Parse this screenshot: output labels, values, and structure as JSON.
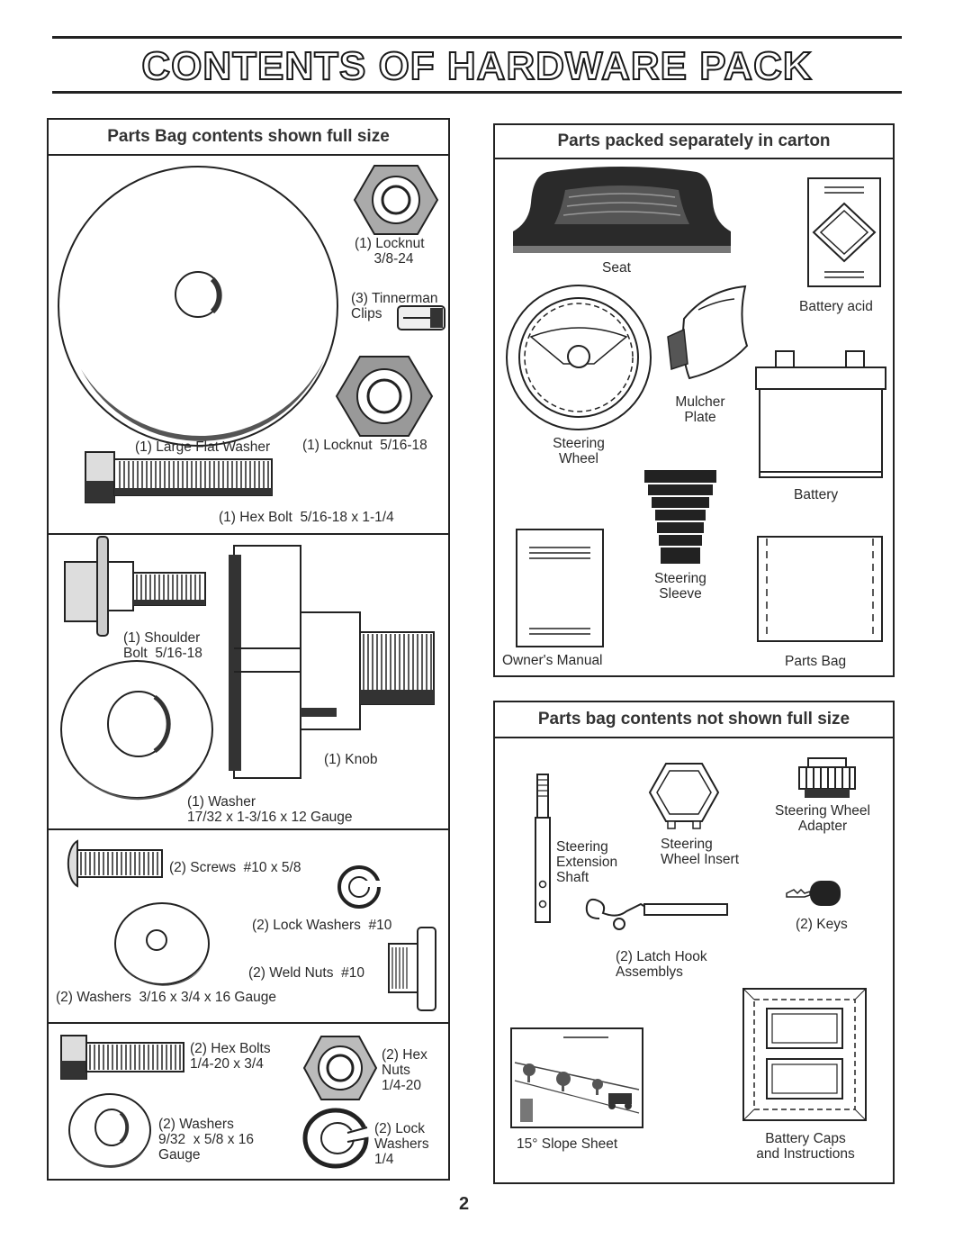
{
  "page": {
    "title": "CONTENTS OF HARDWARE PACK",
    "page_number": "2"
  },
  "left_panel": {
    "heading": "Parts Bag contents shown full size",
    "locknut_38": "(1) Locknut\n     3/8-24",
    "tinnerman": "(3) Tinnerman\nClips",
    "large_flat_washer": "(1) Large Flat Washer",
    "locknut_516": "(1) Locknut  5/16-18",
    "hex_bolt": "(1) Hex Bolt  5/16-18 x 1-1/4",
    "shoulder_bolt": "(1) Shoulder\nBolt  5/16-18",
    "knob": "(1) Knob",
    "washer_1732": "(1) Washer\n17/32 x 1-3/16 x 12 Gauge",
    "screws": "(2) Screws  #10 x 5/8",
    "lock_washers_10": "(2) Lock Washers  #10",
    "weld_nuts": "(2) Weld Nuts  #10",
    "washers_316": "(2) Washers  3/16 x 3/4 x 16 Gauge",
    "hex_bolts": "(2) Hex Bolts\n1/4-20 x 3/4",
    "hex_nuts": "(2) Hex\nNuts\n1/4-20",
    "washers_932": "(2) Washers\n9/32  x 5/8 x 16\nGauge",
    "lock_washers_14": "(2) Lock\nWashers\n1/4"
  },
  "right_top_panel": {
    "heading": "Parts packed separately in carton",
    "seat": "Seat",
    "battery_acid": "Battery acid",
    "mulcher_plate": "Mulcher\nPlate",
    "steering_wheel": "Steering\nWheel",
    "battery": "Battery",
    "steering_sleeve": "Steering\nSleeve",
    "owners_manual": "Owner's Manual",
    "parts_bag": "Parts Bag"
  },
  "right_bottom_panel": {
    "heading": "Parts bag contents not shown full size",
    "steering_wheel_adapter": "Steering Wheel\nAdapter",
    "steering_extension_shaft": "Steering\nExtension\nShaft",
    "steering_wheel_insert": "Steering\nWheel Insert",
    "keys": "(2) Keys",
    "latch_hook": "(2) Latch Hook\nAssemblys",
    "slope_sheet": "15° Slope Sheet",
    "battery_caps": "Battery Caps\nand Instructions"
  }
}
